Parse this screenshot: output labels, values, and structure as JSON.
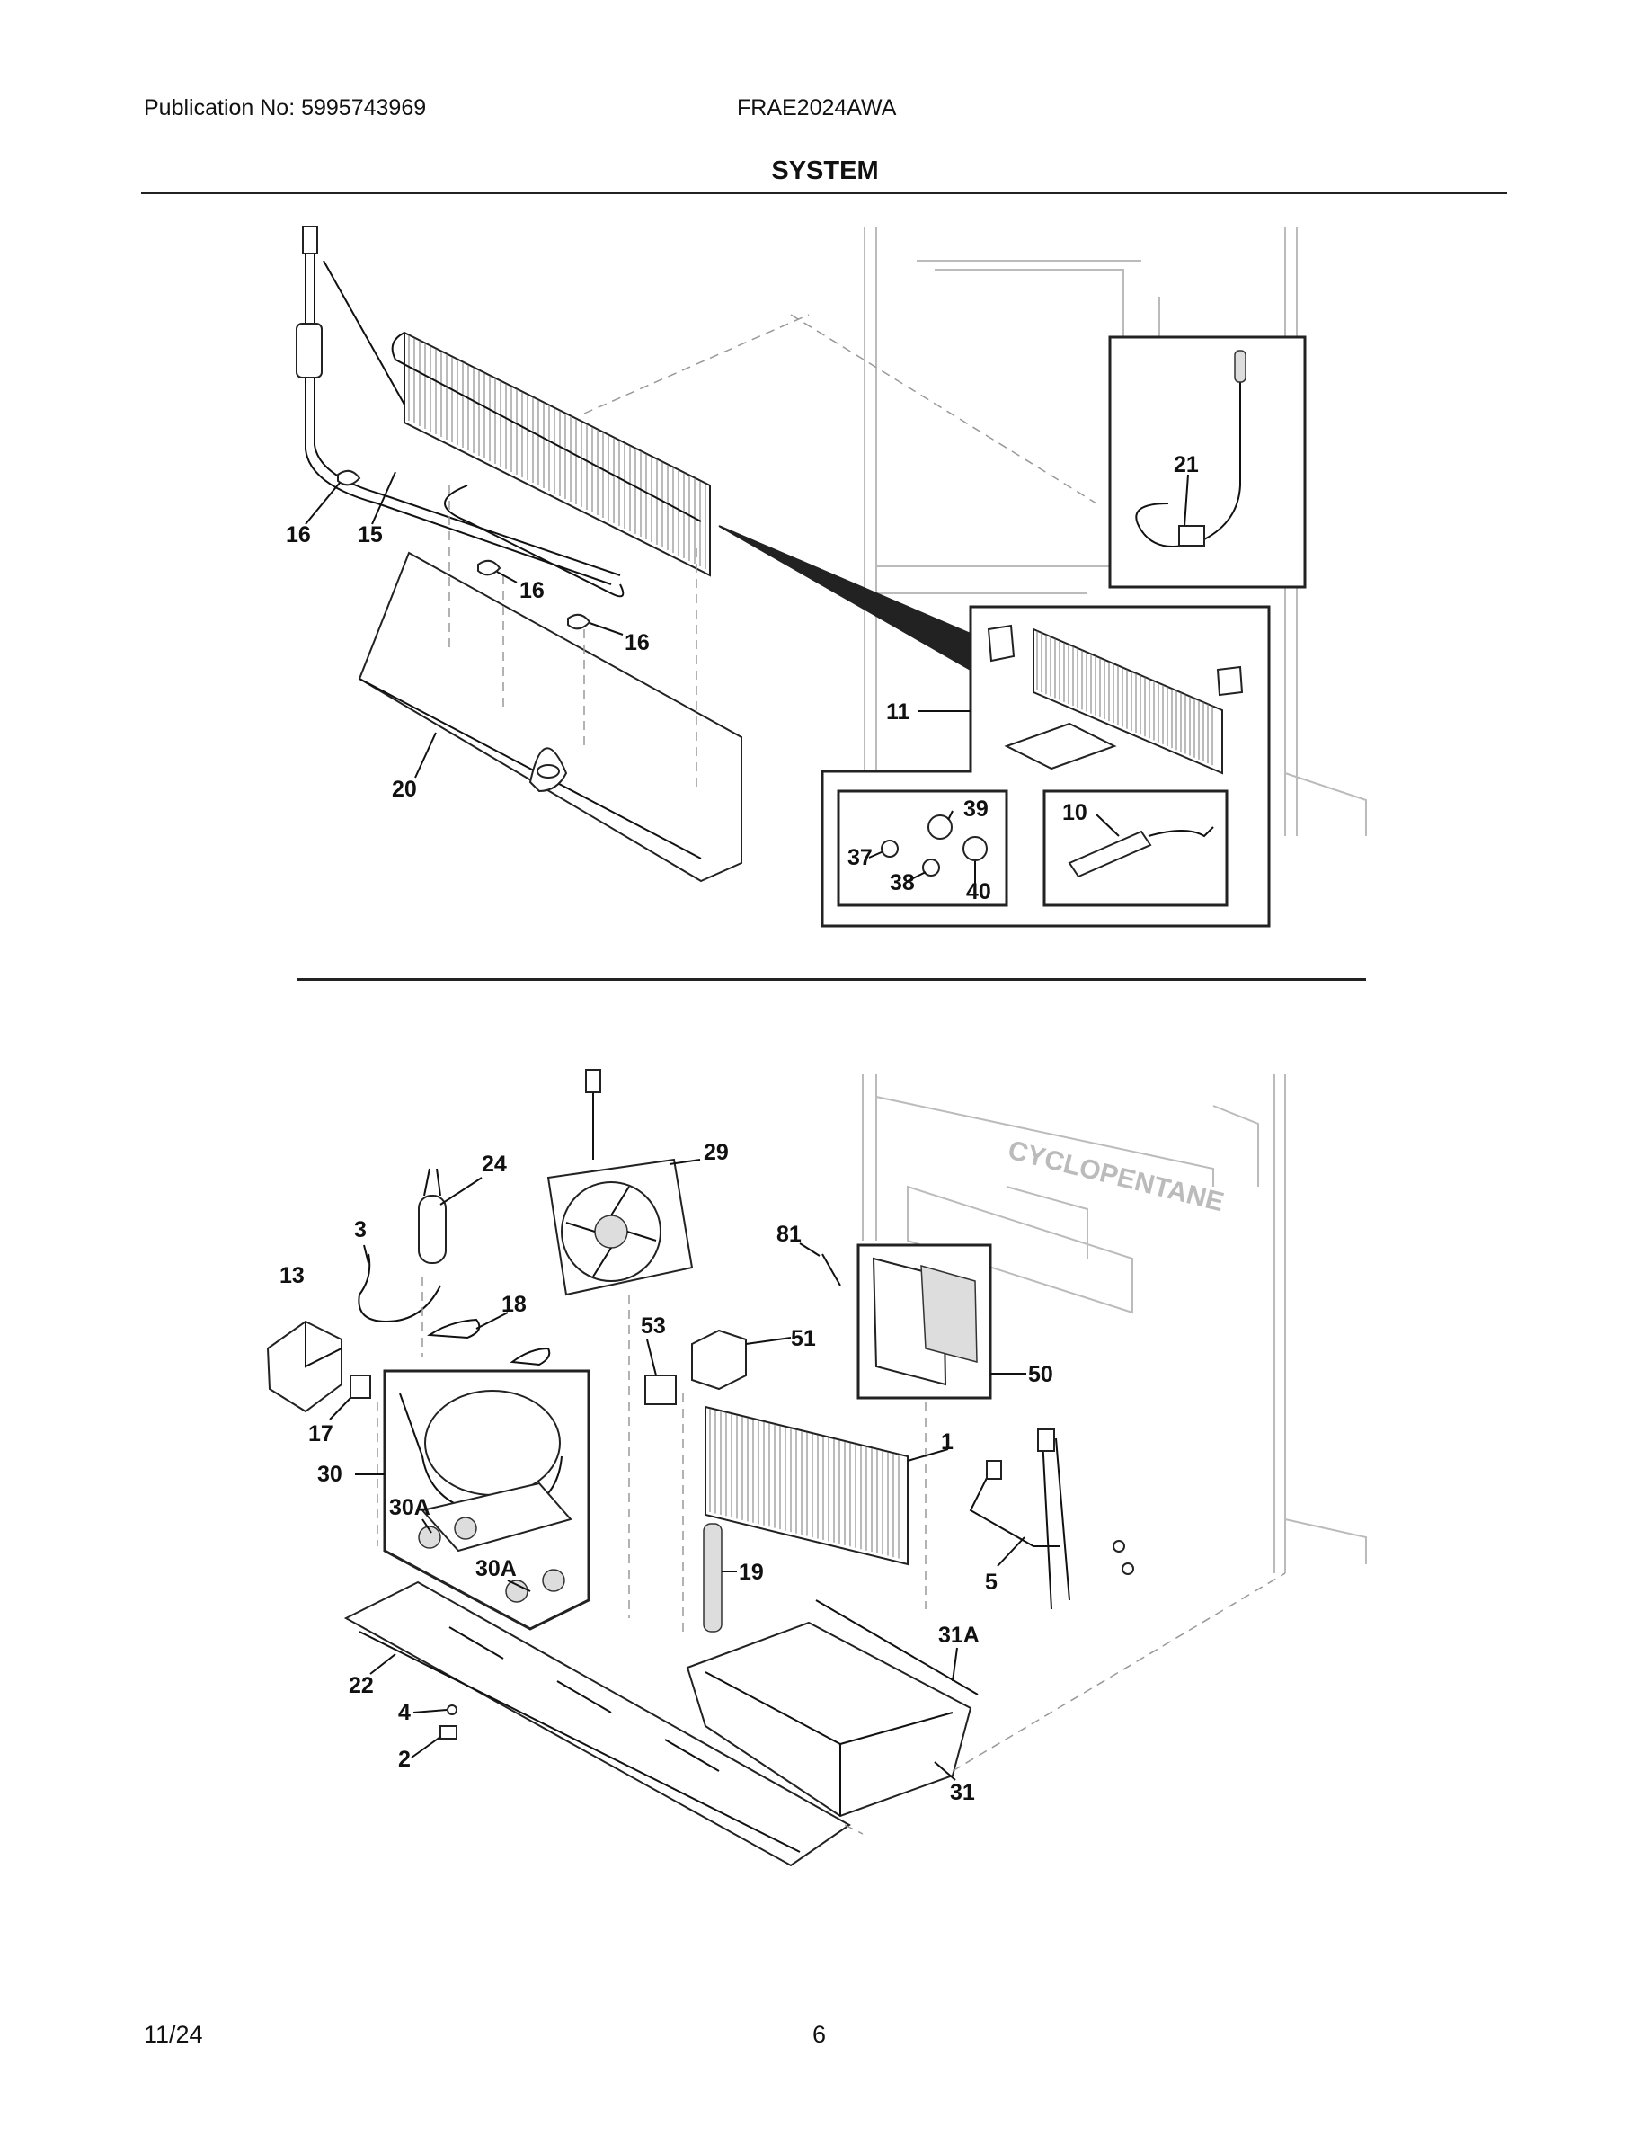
{
  "header": {
    "publication": "Publication No: 5995743969",
    "model": "FRAE2024AWA",
    "title": "SYSTEM"
  },
  "footer": {
    "date": "11/24",
    "page": "6"
  },
  "callouts_top": [
    "16",
    "15",
    "16",
    "16",
    "20",
    "11",
    "21",
    "39",
    "37",
    "38",
    "40",
    "10"
  ],
  "callouts_bottom": [
    "24",
    "29",
    "3",
    "13",
    "18",
    "81",
    "53",
    "51",
    "50",
    "17",
    "30",
    "1",
    "30A",
    "30A",
    "19",
    "5",
    "31A",
    "22",
    "4",
    "2",
    "31"
  ],
  "cabinet_text": "CYCLOPENTANE"
}
